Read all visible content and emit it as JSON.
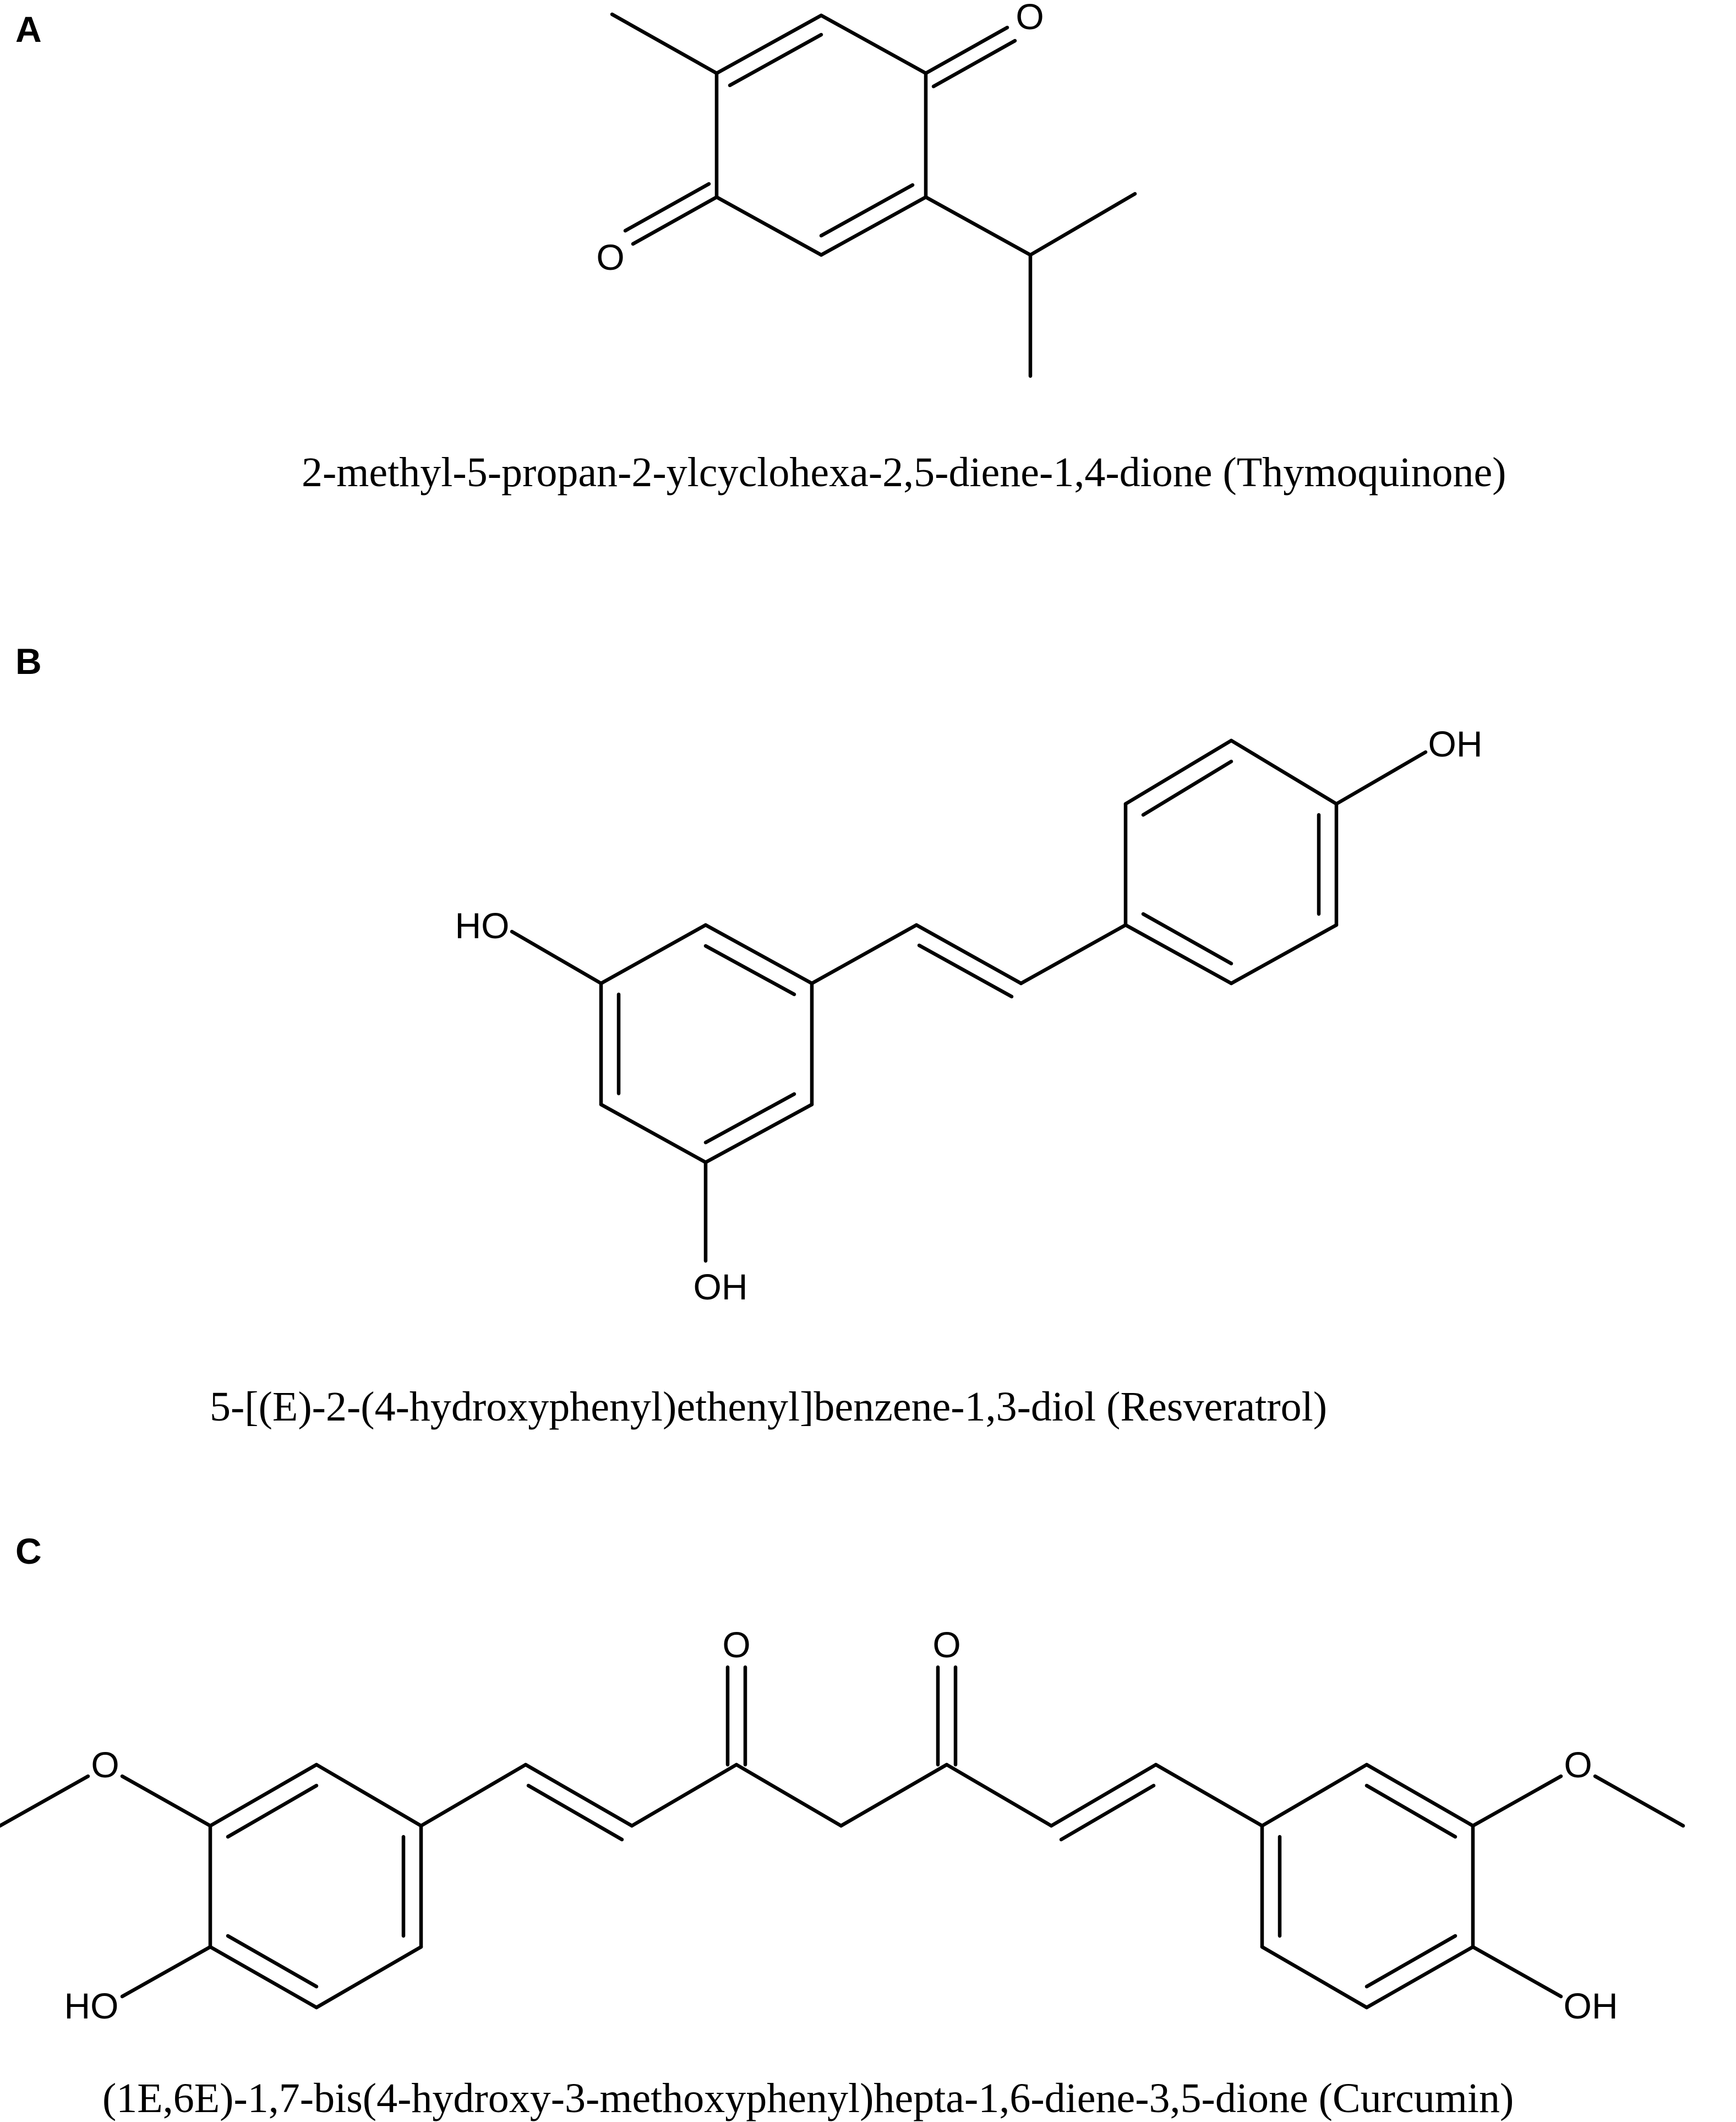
{
  "panels": [
    {
      "letter": "A",
      "caption": "2-methyl-5-propan-2-ylcyclohexa-2,5-diene-1,4-dione (Thymoquinone)",
      "atoms": {
        "o1": "O",
        "o2": "O"
      }
    },
    {
      "letter": "B",
      "caption": "5-[(E)-2-(4-hydroxyphenyl)ethenyl]benzene-1,3-diol (Resveratrol)",
      "atoms": {
        "oh1": "OH",
        "oh2": "HO",
        "oh3": "OH"
      }
    },
    {
      "letter": "C",
      "caption": "(1E,6E)-1,7-bis(4-hydroxy-3-methoxyphenyl)hepta-1,6-diene-3,5-dione (Curcumin)",
      "atoms": {
        "o1": "O",
        "o2": "O",
        "o3": "O",
        "o4": "O",
        "oh1": "HO",
        "oh2": "OH"
      }
    }
  ],
  "colors": {
    "ink": "#000000",
    "background": "#ffffff"
  }
}
